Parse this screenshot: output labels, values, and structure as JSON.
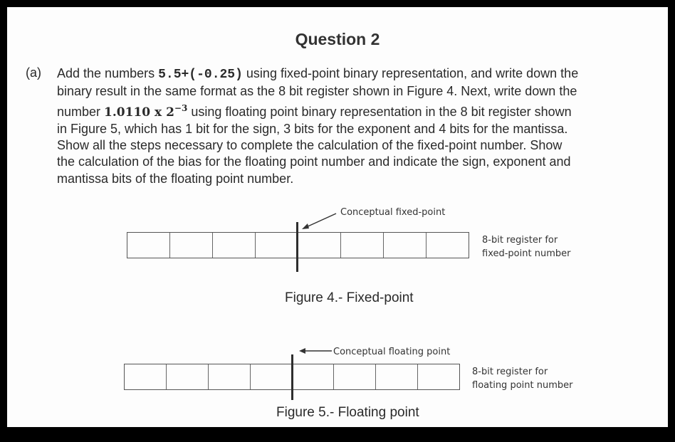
{
  "question": {
    "title": "Question 2",
    "part_label": "(a)",
    "line1": {
      "pre": "Add the numbers ",
      "expr": "5.5+(-0.25)",
      "post": " using fixed-point binary representation, and write down the"
    },
    "line2": "binary result in the same format as the 8 bit register shown in Figure 4. Next, write down the",
    "line3": {
      "pre": "number ",
      "mantissa": "1.0110 x 2",
      "exponent": "−3",
      "post": " using floating point binary representation in the 8 bit register shown"
    },
    "line4": "in Figure 5, which has 1 bit for the sign, 3 bits for the exponent and 4 bits for the mantissa.",
    "line5": "Show all the steps necessary to complete the calculation of the fixed-point number. Show",
    "line6": "the calculation of the bias for the floating point number and indicate the sign, exponent and",
    "line7": "mantissa bits of the floating point number."
  },
  "figure4": {
    "pointer_label": "Conceptual fixed-point",
    "side_label_1": "8-bit register for",
    "side_label_2": "fixed-point number",
    "caption": "Figure 4.- Fixed-point"
  },
  "figure5": {
    "pointer_label": "Conceptual floating point",
    "side_label_1": "8-bit register for",
    "side_label_2": "floating point number",
    "caption": "Figure 5.- Floating point"
  }
}
